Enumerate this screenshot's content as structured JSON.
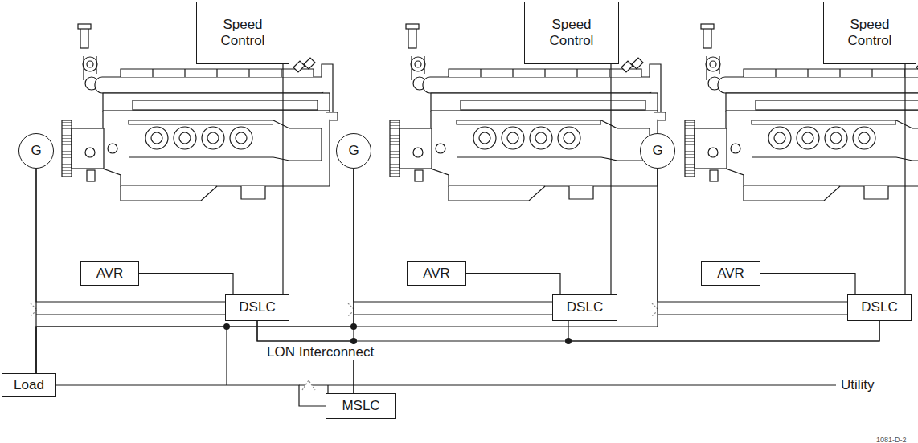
{
  "diagram": {
    "nodes": [
      {
        "text": [
          "Speed Control"
        ]
      },
      {
        "text": [
          "Speed Control"
        ]
      },
      {
        "text": [
          "Speed Control"
        ]
      },
      {
        "text": [
          "G"
        ]
      },
      {
        "text": [
          "G"
        ]
      },
      {
        "text": [
          "G"
        ]
      },
      {
        "text": [
          "AVR"
        ]
      },
      {
        "text": [
          "AVR"
        ]
      },
      {
        "text": [
          "AVR"
        ]
      },
      {
        "text": [
          "DSLC"
        ]
      },
      {
        "text": [
          "DSLC"
        ]
      },
      {
        "text": [
          "DSLC"
        ]
      },
      {
        "text": [
          "Load"
        ]
      },
      {
        "text": [
          "MSLC"
        ]
      }
    ],
    "edges": [
      {
        "from": 0,
        "to": 9,
        "arrow": "none"
      },
      {
        "from": 1,
        "to": 10,
        "arrow": "none"
      },
      {
        "from": 2,
        "to": 11,
        "arrow": "none"
      },
      {
        "from": 6,
        "to": 9,
        "arrow": "none"
      },
      {
        "from": 7,
        "to": 10,
        "arrow": "none"
      },
      {
        "from": 8,
        "to": 11,
        "arrow": "none"
      },
      {
        "from": 3,
        "to": 9,
        "arrow": "none"
      },
      {
        "from": 4,
        "to": 10,
        "arrow": "none"
      },
      {
        "from": 5,
        "to": 11,
        "arrow": "none"
      },
      {
        "from": 3,
        "to": 12,
        "arrow": "none"
      },
      {
        "from": 4,
        "to": 12,
        "arrow": "none"
      },
      {
        "from": 5,
        "to": 12,
        "arrow": "none"
      },
      {
        "from": 9,
        "to": 11,
        "arrow": "none"
      },
      {
        "from": 10,
        "to": 11,
        "arrow": "none"
      },
      {
        "from": 9,
        "to": 13,
        "arrow": "none"
      },
      {
        "from": 4,
        "to": 13,
        "arrow": "none"
      },
      {
        "from": 12,
        "to": 13,
        "arrow": "none"
      }
    ],
    "labels": [
      "LON Interconnect",
      "Utility",
      "1081-D-2"
    ]
  }
}
